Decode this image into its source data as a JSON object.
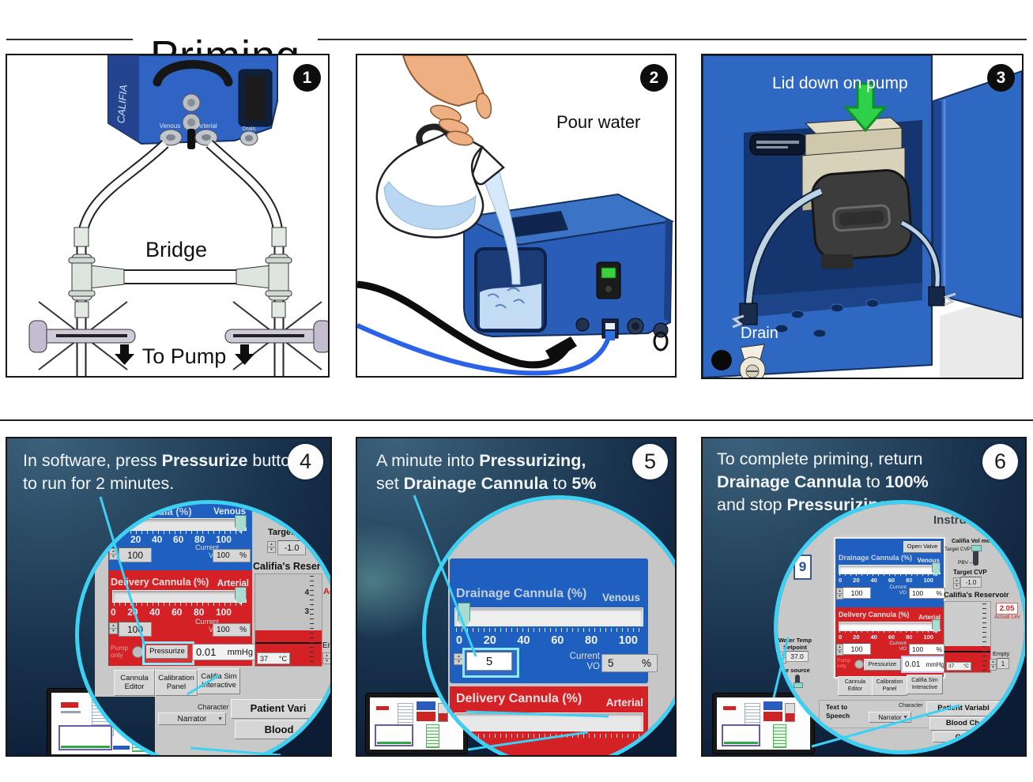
{
  "title": "Priming",
  "colors": {
    "accent_cyan": "#3CD1F4",
    "ui_blue": "#1E5FC0",
    "ui_red": "#D42125",
    "device_blue": "#2E68C2",
    "green_arrow": "#2FD04A"
  },
  "panels": {
    "p1": {
      "badge": "1",
      "brand": "CALIFIA",
      "venous": "Venous",
      "arterial": "Arterial",
      "drain": "Drain",
      "bridge": "Bridge",
      "to_pump": "To Pump"
    },
    "p2": {
      "badge": "2",
      "caption": "Pour water"
    },
    "p3": {
      "badge": "3",
      "caption": "Lid down on pump",
      "drain": "Drain"
    },
    "p4": {
      "badge": "4",
      "caption_runs": [
        {
          "t": "In software, press "
        },
        {
          "t": "Pressurize",
          "b": true
        },
        {
          "t": " button"
        },
        {
          "br": true
        },
        {
          "t": "to run for 2 minutes."
        }
      ],
      "ui": {
        "drainage_title_clip": "nula (%)",
        "venous": "Venous",
        "drainage_ticks": [
          "20",
          "40",
          "60",
          "80",
          "100"
        ],
        "drainage_value": "100",
        "current": "Current",
        "vo": "VO",
        "drainage_current": "100",
        "pct": "%",
        "delivery_title": "Delivery Cannula (%)",
        "arterial": "Arterial",
        "delivery_ticks": [
          "0",
          "20",
          "40",
          "60",
          "80",
          "100"
        ],
        "delivery_value": "100",
        "delivery_current": "100",
        "pump_only": "Pump only",
        "pressurize": "Pressurize",
        "pressure_value": "0.01",
        "pressure_unit": "mmHg",
        "target_label": "Target C",
        "target_value": "-1.0",
        "reservoir_title": "Califia's Reservoi",
        "gauge_tick_hi": "4",
        "gauge_tick_lo": "3",
        "actual_clip": "Ac",
        "empty_clip": "Em",
        "temp_value": "37",
        "temp_unit": "°C",
        "btn_cannula": "Cannula Editor",
        "btn_calibration": "Calibration Panel",
        "btn_califia_sim": "Califia Sim Interactive",
        "character": "Character",
        "narrator": "Narrator",
        "patient_clip": "Patient Vari",
        "blood_clip": "Blood"
      }
    },
    "p5": {
      "badge": "5",
      "caption_runs": [
        {
          "t": "A minute into "
        },
        {
          "t": "Pressurizing,",
          "b": true
        },
        {
          "br": true
        },
        {
          "t": "set "
        },
        {
          "t": "Drainage Cannula",
          "b": true
        },
        {
          "t": " to "
        },
        {
          "t": "5%",
          "b": true
        }
      ],
      "ui": {
        "drainage_title": "Drainage Cannula (%)",
        "venous": "Venous",
        "ticks": [
          "0",
          "20",
          "40",
          "60",
          "80",
          "100"
        ],
        "value": "5",
        "current": "Current",
        "vo": "VO",
        "current_value": "5",
        "pct": "%",
        "delivery_title": "Delivery Cannula (%)",
        "arterial": "Arterial"
      }
    },
    "p6": {
      "badge": "6",
      "caption_runs": [
        {
          "t": "To complete priming, return"
        },
        {
          "br": true
        },
        {
          "t": "Drainage Cannula",
          "b": true
        },
        {
          "t": " to "
        },
        {
          "t": "100%",
          "b": true
        },
        {
          "br": true
        },
        {
          "t": "and stop "
        },
        {
          "t": "Pressurizing",
          "b": true
        },
        {
          "t": "."
        }
      ],
      "ui": {
        "instructions_clip": "Instru",
        "open_valve": "Open Valve",
        "drainage_title": "Drainage Cannula (%)",
        "venous": "Venous",
        "ticks": [
          "0",
          "20",
          "40",
          "60",
          "80",
          "100"
        ],
        "drainage_value": "100",
        "current": "Current",
        "vo": "VO",
        "drainage_current": "100",
        "pct": "%",
        "delivery_title": "Delivery Cannula (%)",
        "arterial": "Arterial",
        "delivery_value": "100",
        "delivery_current": "100",
        "pump_only": "Pump only",
        "pressurize": "Pressurize",
        "pressure_value": "0.01",
        "pressure_unit": "mmHg",
        "vol_meter": "Califia Vol met",
        "target_cvp_slider": "Target CVP –",
        "pbv": "PBV –",
        "target_cvp": "Target CVP",
        "target_cvp_value": "-1.0",
        "reservoir_title": "Califia's Reservoir",
        "reservoir_value": "2.05",
        "actual_level": "Actual Lev",
        "empty": "Empty",
        "empty_value": "1",
        "temp_value": "37",
        "temp_unit": "°C",
        "step_number": "9",
        "water_temp_1": "Water Temp",
        "water_temp_2": "Setpoint",
        "water_temp_value": "37.0",
        "source_clip": "ture source",
        "tts_1": "Text to",
        "tts_2": "Speech",
        "character": "Character",
        "narrator": "Narrator",
        "btn_cannula": "Cannula Editor",
        "btn_calibration": "Calibration Panel",
        "btn_califia_sim": "Califia Sim Interactive",
        "patient_clip": "Patient Variabl",
        "blood_clip": "Blood Ch",
        "c_clip": "C"
      }
    }
  }
}
